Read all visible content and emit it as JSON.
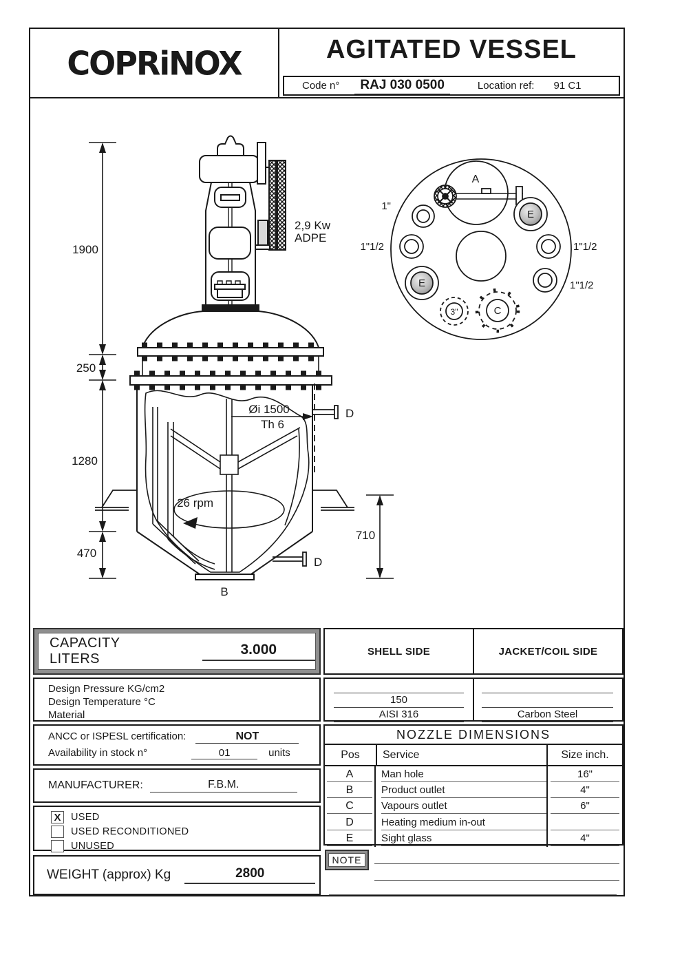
{
  "header": {
    "logo": "COPRiNOX",
    "title": "AGITATED VESSEL",
    "code_label": "Code  n°",
    "code_value": "RAJ 030 0500",
    "location_label": "Location ref:",
    "location_value": "91 C1"
  },
  "drawing": {
    "dim_overall": "1900",
    "dim_flange": "250",
    "dim_shell": "1280",
    "dim_cone": "470",
    "dim_jacket": "710",
    "motor_power": "2,9 Kw",
    "motor_type": "ADPE",
    "diameter": "Øi 1500",
    "thickness": "Th 6",
    "speed": "26 rpm",
    "label_a": "A",
    "label_b": "B",
    "label_c": "C",
    "label_d_top": "D",
    "label_d_bottom": "D",
    "label_e_right": "E",
    "label_e_left": "E",
    "label_3in": "3\"",
    "label_1in": "1\"",
    "label_1half_left": "1\"1/2",
    "label_1half_right": "1\"1/2",
    "label_1half_bottom": "1\"1/2"
  },
  "capacity": {
    "label": "CAPACITY LITERS",
    "value": "3.000"
  },
  "design": {
    "shell_header": "SHELL SIDE",
    "jacket_header": "JACKET/COIL SIDE",
    "rows": [
      {
        "label": "Design  Pressure  KG/cm2",
        "shell": "",
        "jacket": ""
      },
      {
        "label": "Design  Temperature   °C",
        "shell": "150",
        "jacket": ""
      },
      {
        "label": "Material",
        "shell": "AISI  316",
        "jacket": "Carbon Steel"
      }
    ]
  },
  "certification": {
    "line1_label": "ANCC  or  ISPESL certification:",
    "line1_value": "NOT",
    "line2_label": "Availability in stock n°",
    "line2_value": "01",
    "line2_suffix": "units"
  },
  "manufacturer": {
    "label": "MANUFACTURER:",
    "value": "F.B.M."
  },
  "condition": {
    "options": [
      {
        "label": "USED",
        "checked": "X"
      },
      {
        "label": "USED RECONDITIONED",
        "checked": ""
      },
      {
        "label": "UNUSED",
        "checked": ""
      }
    ]
  },
  "weight": {
    "label": "WEIGHT (approx) Kg",
    "value": "2800"
  },
  "nozzles": {
    "title": "NOZZLE  DIMENSIONS",
    "headers": {
      "pos": "Pos",
      "service": "Service",
      "size": "Size inch."
    },
    "rows": [
      {
        "pos": "A",
        "service": "Man hole",
        "size": "16\""
      },
      {
        "pos": "B",
        "service": "Product outlet",
        "size": "4\""
      },
      {
        "pos": "C",
        "service": "Vapours outlet",
        "size": "6\""
      },
      {
        "pos": "D",
        "service": "Heating medium in-out",
        "size": ""
      },
      {
        "pos": "E",
        "service": "Sight glass",
        "size": "4\""
      }
    ]
  },
  "note": {
    "label": "NOTE"
  }
}
